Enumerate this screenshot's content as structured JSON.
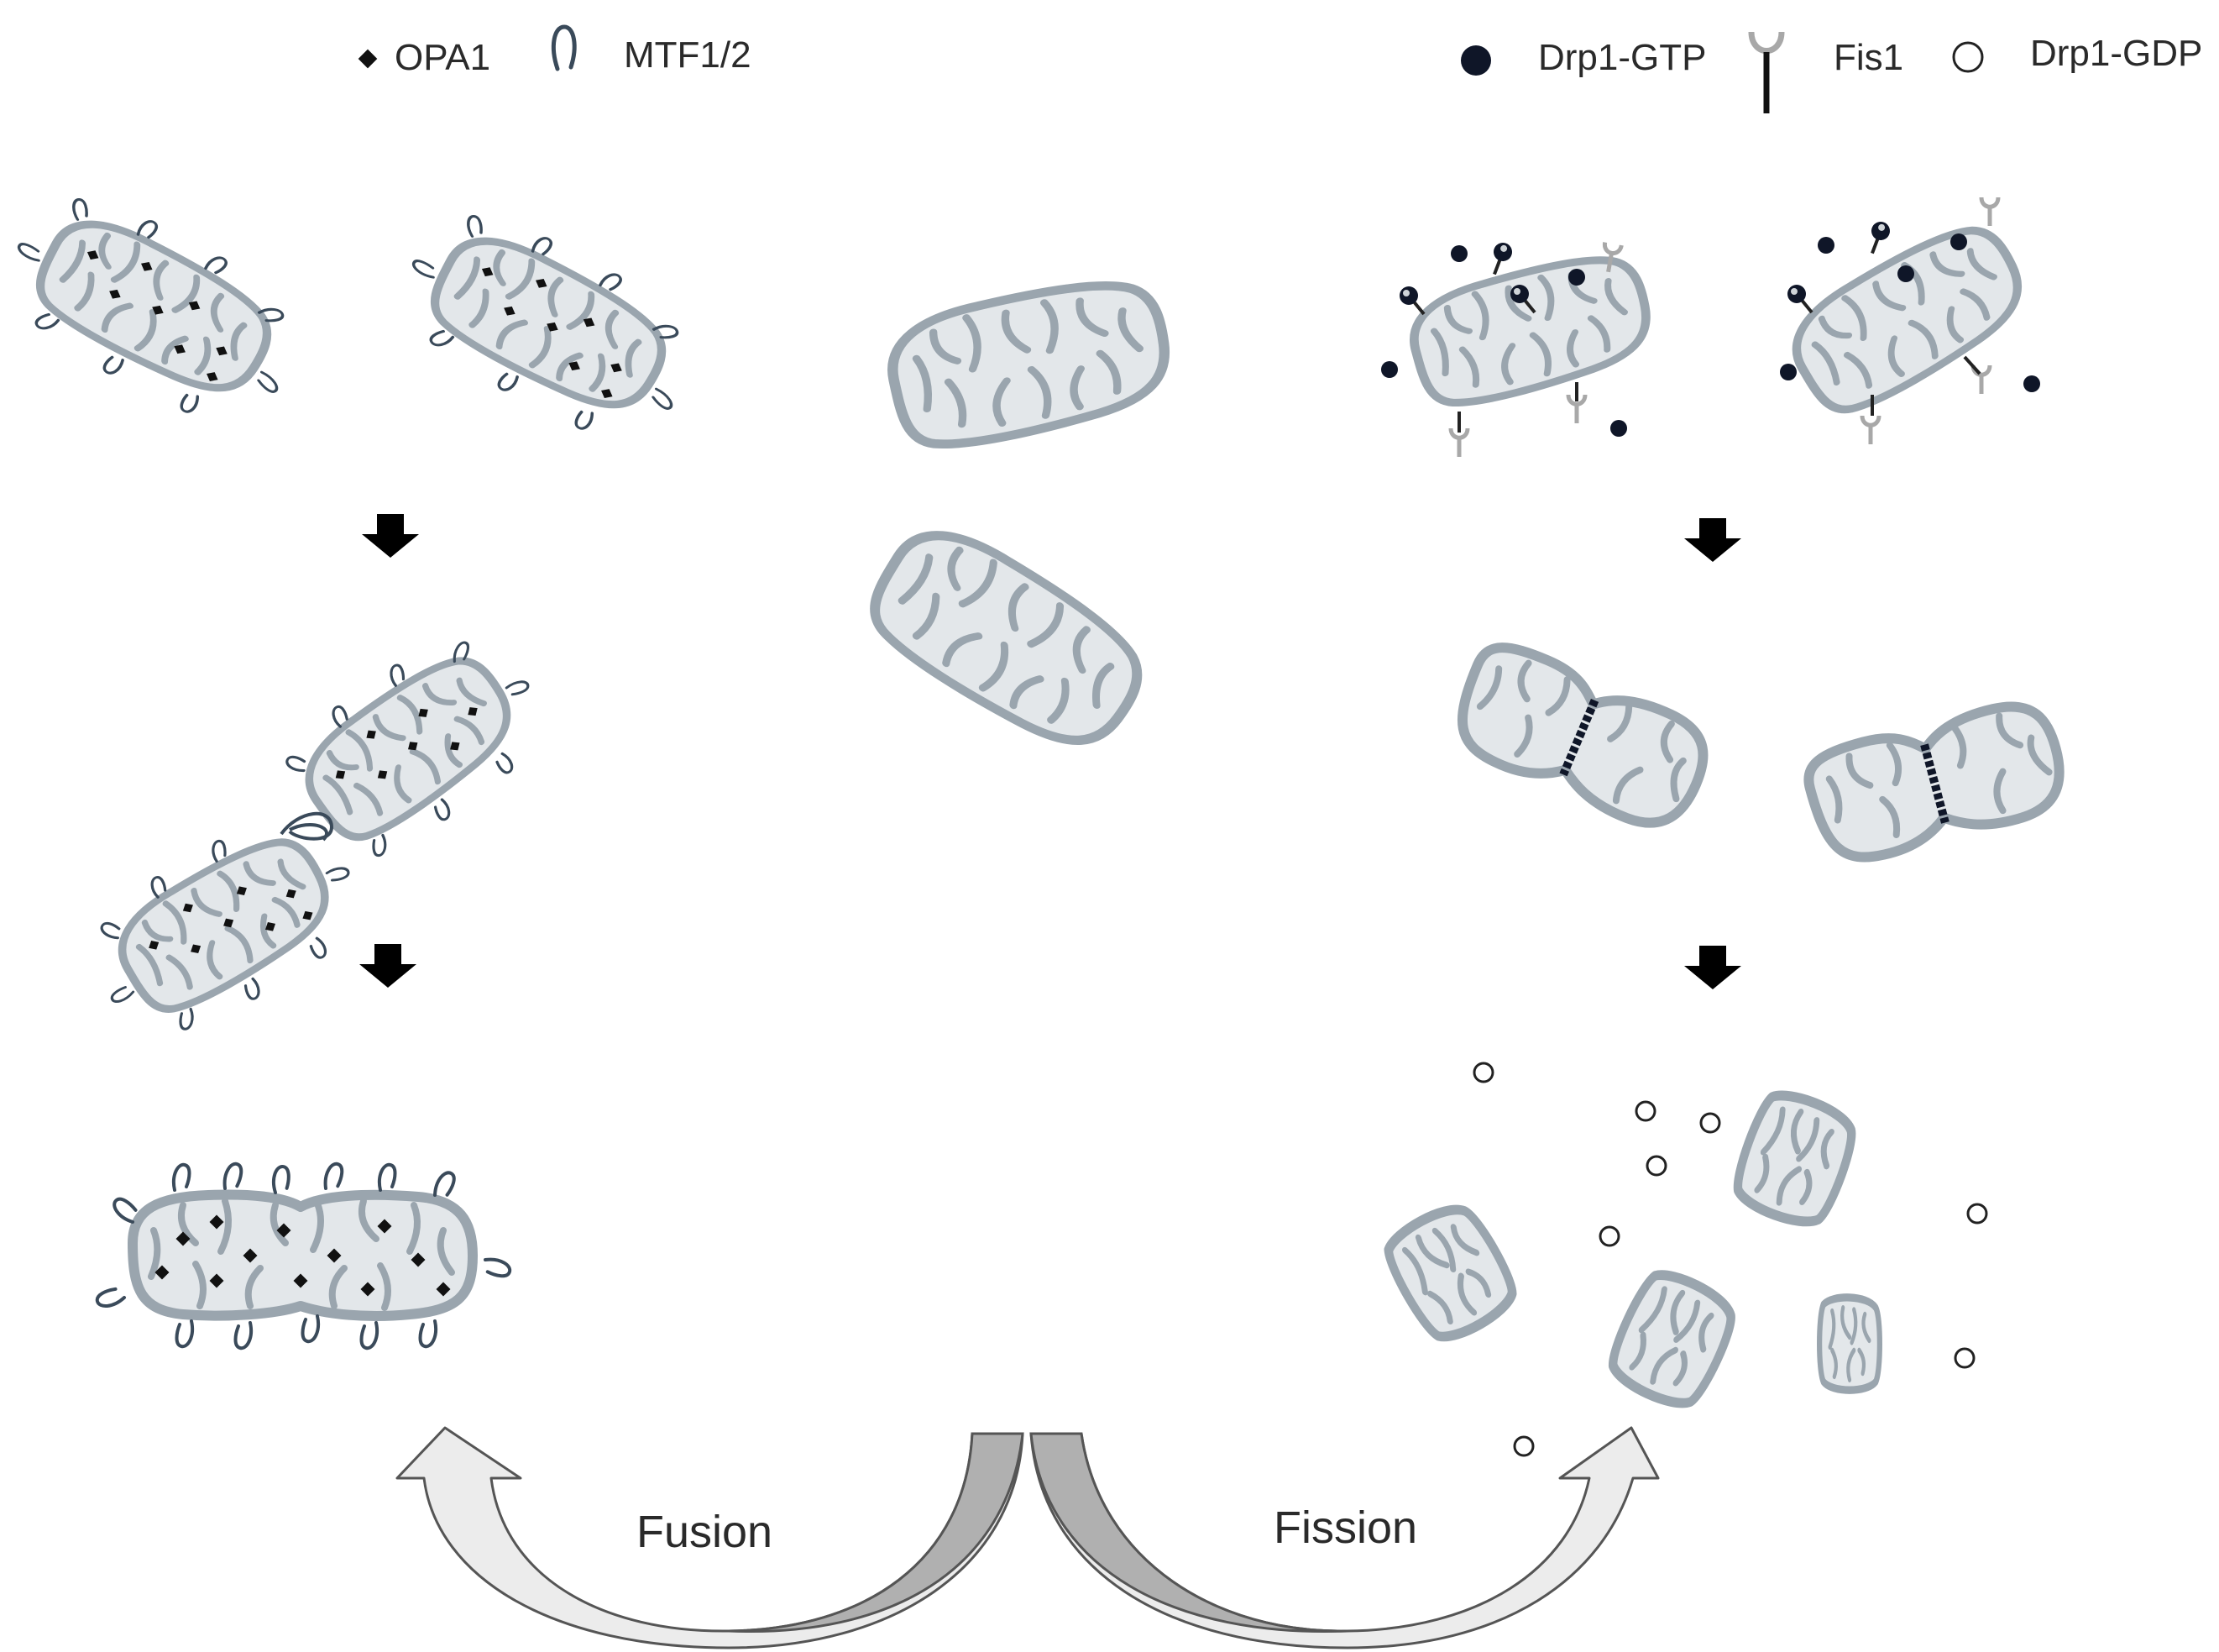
{
  "legend_left": [
    {
      "symbol": "diamond-icon",
      "label": "OPA1"
    },
    {
      "symbol": "hook-icon",
      "label": "MTF1/2"
    }
  ],
  "legend_right": [
    {
      "symbol": "filled-circle-icon",
      "label": "Drp1-GTP"
    },
    {
      "symbol": "y-receptor-icon",
      "label": "Fis1"
    },
    {
      "symbol": "open-circle-icon",
      "label": "Drp1-GDP"
    }
  ],
  "labels": {
    "fusion": "Fusion",
    "fission": "Fission"
  },
  "colors": {
    "membrane": "#9aa5ae",
    "matrix": "#e3e7ea",
    "cristae": "#9aa5ae",
    "opa1": "#111111",
    "mtf": "#3a4a5a",
    "drp1_gtp": "#0f1628",
    "arrow_fusion_fill": "#ececec",
    "arrow_fission_fill": "#b7b7b7",
    "step_arrow": "#000000"
  }
}
